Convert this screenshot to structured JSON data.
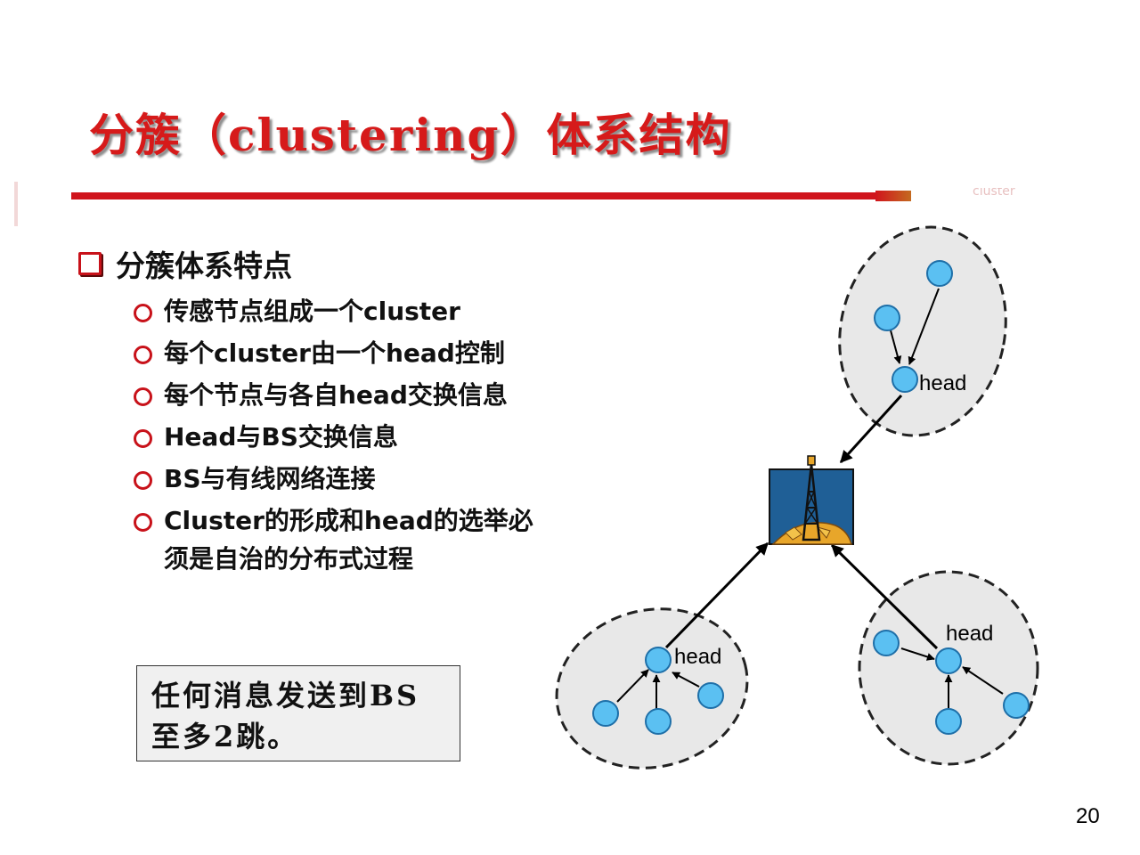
{
  "title": "分簇（clustering）体系结构",
  "rule_ghost_text": "cluster",
  "heading": "分簇体系特点",
  "bullets": [
    {
      "text": "传感节点组成一个cluster"
    },
    {
      "text": "每个cluster由一个head控制"
    },
    {
      "text": "每个节点与各自head交换信息"
    },
    {
      "text": "Head与BS交换信息"
    },
    {
      "text": "BS与有线网络连接"
    },
    {
      "text": "Cluster的形成和head的选举必",
      "continuation": "须是自治的分布式过程"
    }
  ],
  "note": {
    "line1": "任何消息发送到BS",
    "line2": "至多2跳。"
  },
  "diagram": {
    "head_labels": [
      "head",
      "head",
      "head"
    ],
    "node_color": "#5bc0f2",
    "cluster_fill": "#e8e8e8",
    "bs_icon": "tower-base-station-icon"
  },
  "page_number": "20",
  "colors": {
    "title": "#d61a1a",
    "accent": "#c8121a",
    "rule": "#d0141c"
  }
}
